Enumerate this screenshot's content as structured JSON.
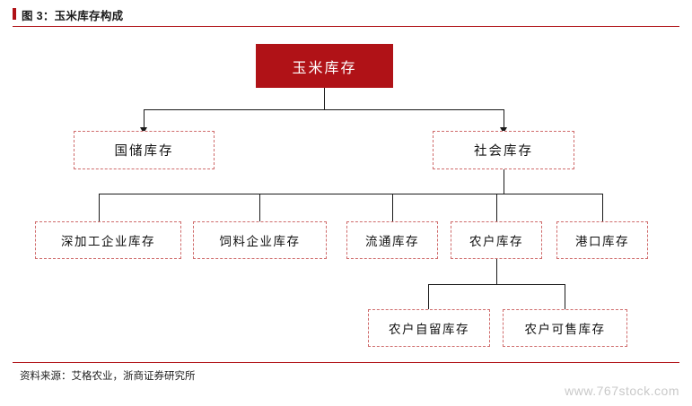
{
  "header": {
    "figure_label": "图 3：玉米库存构成",
    "accent_color": "#b01217"
  },
  "footer": {
    "source_text": "资料来源：艾格农业，浙商证券研究所",
    "watermark": "www.767stock.com"
  },
  "diagram": {
    "type": "tree",
    "root": {
      "label": "玉米库存"
    },
    "level2": [
      {
        "label": "国储库存"
      },
      {
        "label": "社会库存"
      }
    ],
    "level3": [
      {
        "label": "深加工企业库存"
      },
      {
        "label": "饲料企业库存"
      },
      {
        "label": "流通库存"
      },
      {
        "label": "农户库存"
      },
      {
        "label": "港口库存"
      }
    ],
    "level4": [
      {
        "label": "农户自留库存"
      },
      {
        "label": "农户可售库存"
      }
    ],
    "node_border_color": "#cf6b6b",
    "root_fill_color": "#b01217",
    "connector_color": "#1a1a1a"
  }
}
